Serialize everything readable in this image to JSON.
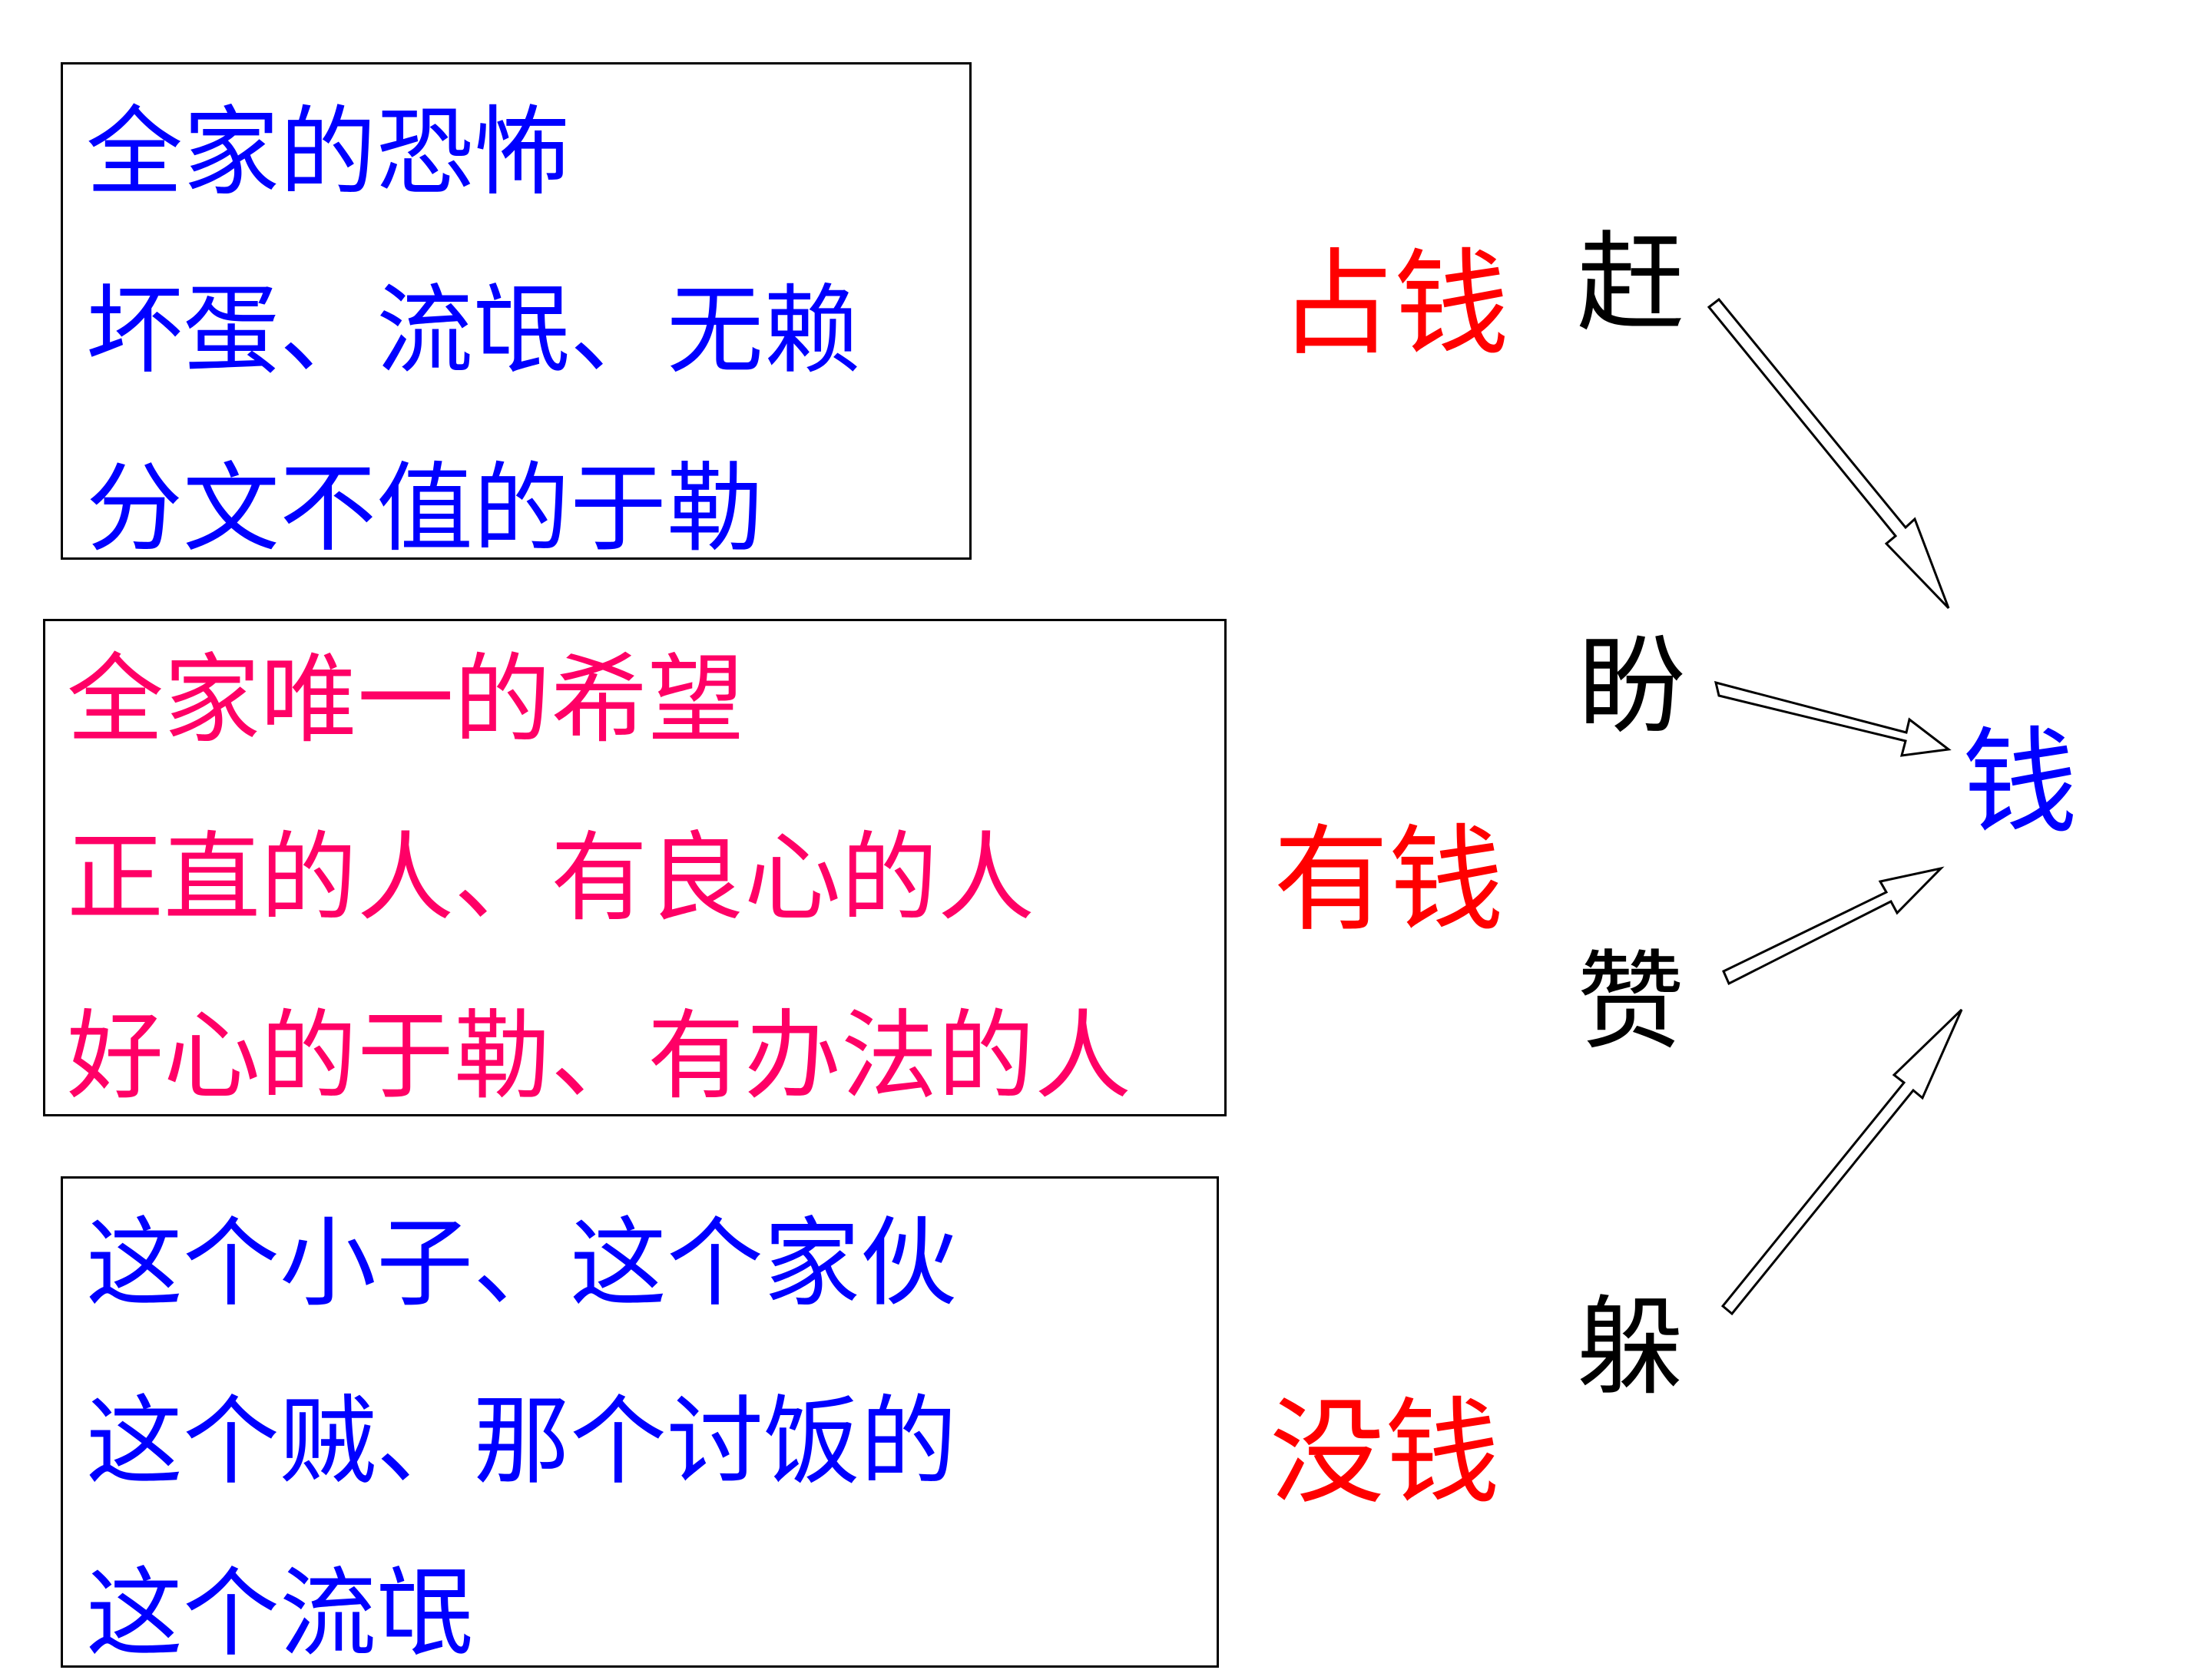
{
  "colors": {
    "blue": "#0000ff",
    "pink": "#ff0066",
    "red": "#ff0000",
    "black": "#000000"
  },
  "boxes": [
    {
      "color": "#0000ff",
      "lines": [
        "全家的恐怖",
        "坏蛋、流氓、无赖",
        "分文不值的于勒"
      ]
    },
    {
      "color": "#ff0066",
      "lines": [
        "全家唯一的希望",
        "正直的人、有良心的人",
        "好心的于勒、有办法的人"
      ]
    },
    {
      "color": "#0000ff",
      "lines": [
        "这个小子、这个家伙",
        "这个贼、那个讨饭的",
        "这个流氓"
      ]
    }
  ],
  "labels": [
    "占钱",
    "有钱",
    "没钱"
  ],
  "verbs": [
    "赶",
    "盼",
    "赞",
    "躲"
  ],
  "center": "钱"
}
